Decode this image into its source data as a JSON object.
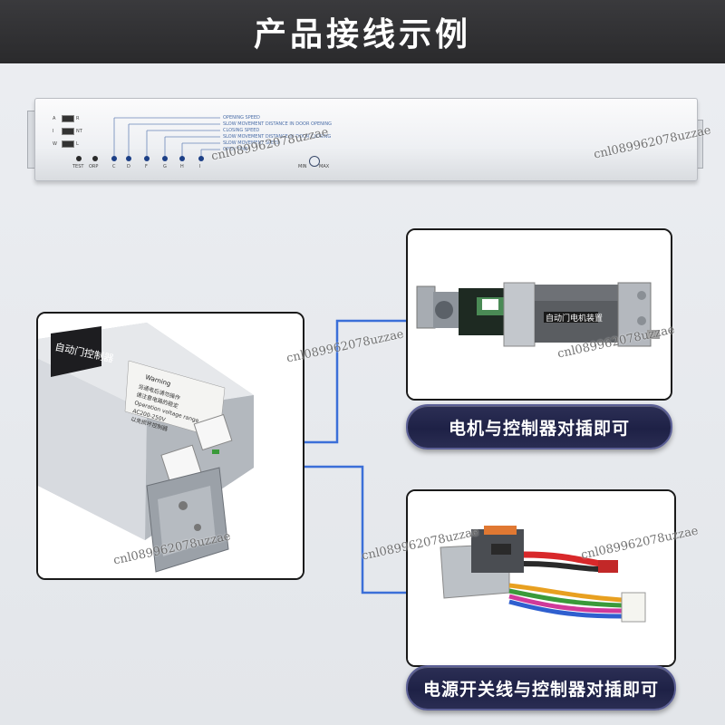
{
  "header": {
    "title": "产品接线示例"
  },
  "panel": {
    "switch_labels": [
      {
        "left": "A",
        "right": "R"
      },
      {
        "left": "I",
        "right": "NT"
      },
      {
        "left": "W",
        "right": "L"
      }
    ],
    "indicator_labels": [
      "OPENING SPEED",
      "SLOW MOVEMENT DISTANCE IN DOOR OPENING",
      "CLOSING SPEED",
      "SLOW MOVEMENT DISTANCE IN DOOR CLOSING",
      "SLOW MOVEMENT SPEED",
      "OPEN TIME"
    ],
    "button_labels": [
      "TEST",
      "ORP"
    ],
    "led_letters": [
      "C",
      "D",
      "F",
      "G",
      "H",
      "I"
    ],
    "knob_labels": {
      "min": "MIN",
      "max": "MAX"
    }
  },
  "controller_photo": {
    "label_title": "自动门控制器",
    "warning_heading": "Warning",
    "warning_lines": [
      "当通电后请勿操作",
      "请注意电路的稳定",
      "Operation voltage range",
      "AC200-250V",
      "以免损坏控制器"
    ]
  },
  "motor_photo": {
    "label": "自动门电机装置"
  },
  "captions": {
    "motor": "电机与控制器对插即可",
    "power": "电源开关线与控制器对插即可"
  },
  "watermarks": [
    "cnl089962078uzzae",
    "cnl089962078uzzae",
    "cnl089962078uzzae",
    "cnl089962078uzzae",
    "cnl089962078uzzae",
    "cnl089962078uzzae",
    "cnl089962078uzzae"
  ],
  "colors": {
    "header_bg": "#2e2e30",
    "caption_bg": "#222548",
    "connector_line": "#3b6fd8",
    "panel_text": "#4b6ea8"
  }
}
